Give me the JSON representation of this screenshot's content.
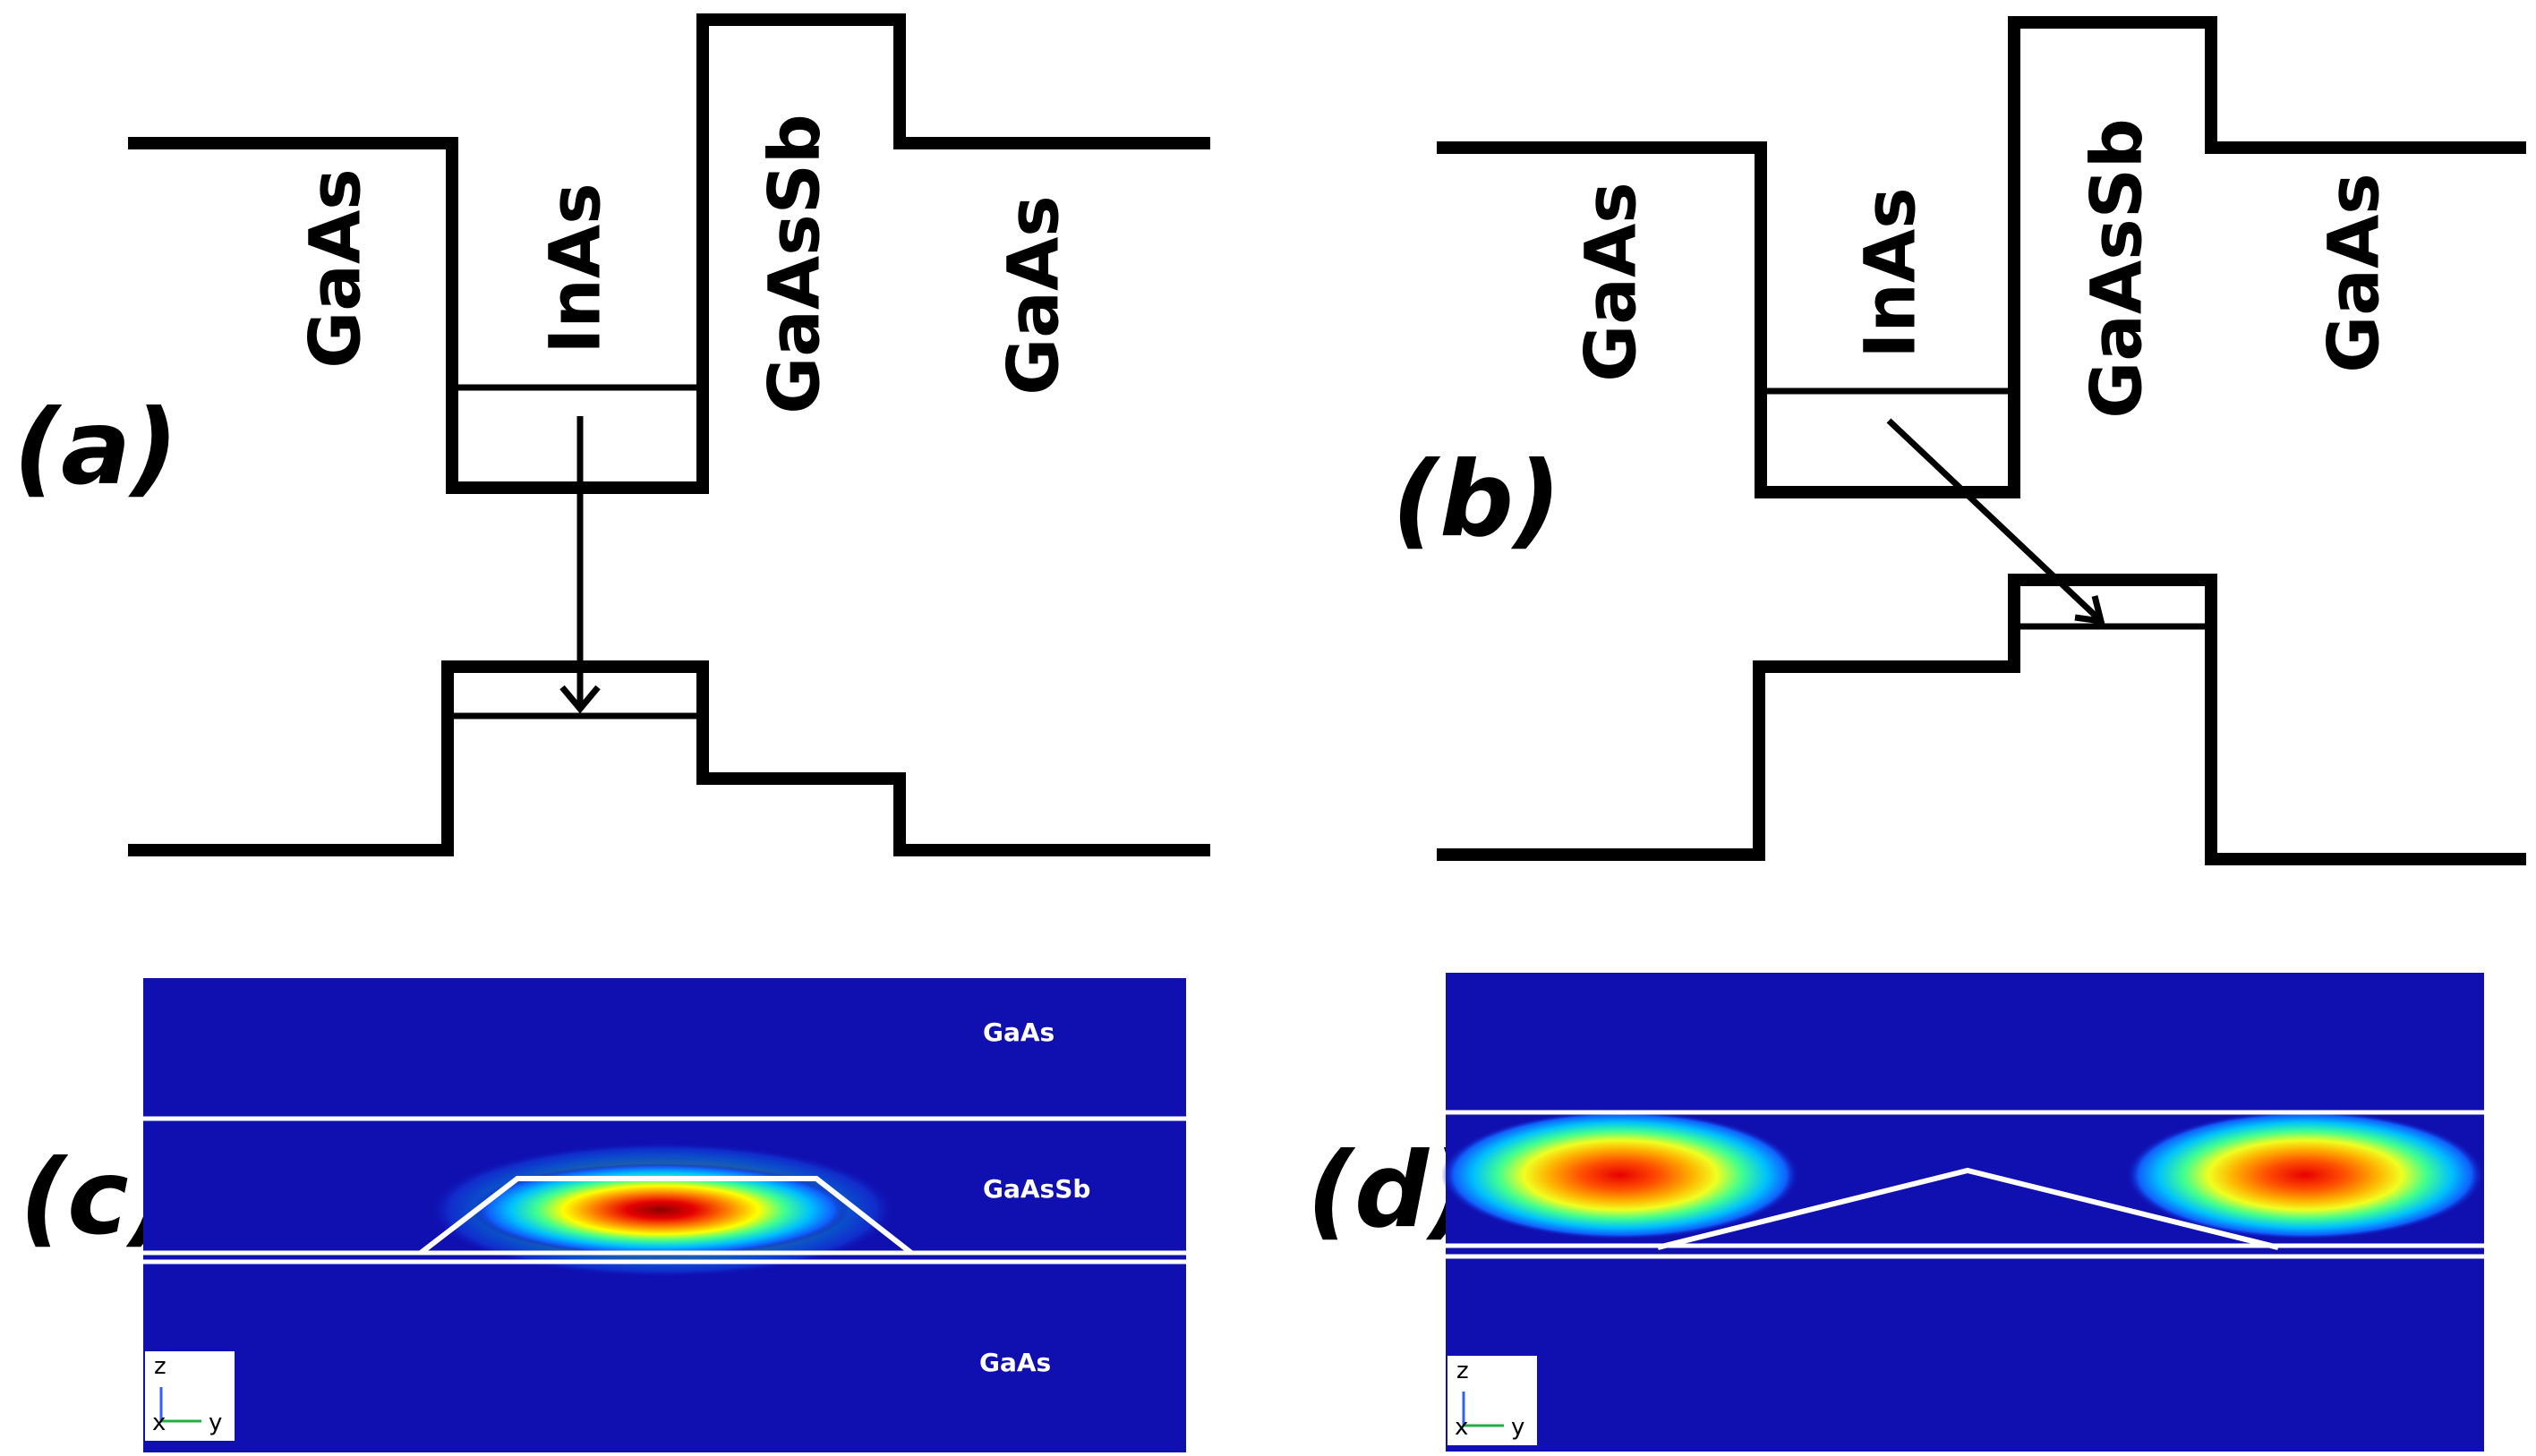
{
  "panels": {
    "a": {
      "label": "(a)",
      "layers": [
        "GaAs",
        "InAs",
        "GaAsSb",
        "GaAs"
      ]
    },
    "b": {
      "label": "(b)",
      "layers": [
        "GaAs",
        "InAs",
        "GaAsSb",
        "GaAs"
      ]
    },
    "c": {
      "label": "(c)",
      "regions": [
        "GaAs",
        "GaAsSb",
        "GaAs"
      ],
      "axes": {
        "z": "z",
        "x": "x",
        "y": "y"
      }
    },
    "d": {
      "label": "(d)",
      "axes": {
        "z": "z",
        "x": "x",
        "y": "y"
      }
    }
  },
  "colors": {
    "map_background": "#1010b0",
    "interface_lines": "#ffffff",
    "band_lines": "#000000"
  }
}
